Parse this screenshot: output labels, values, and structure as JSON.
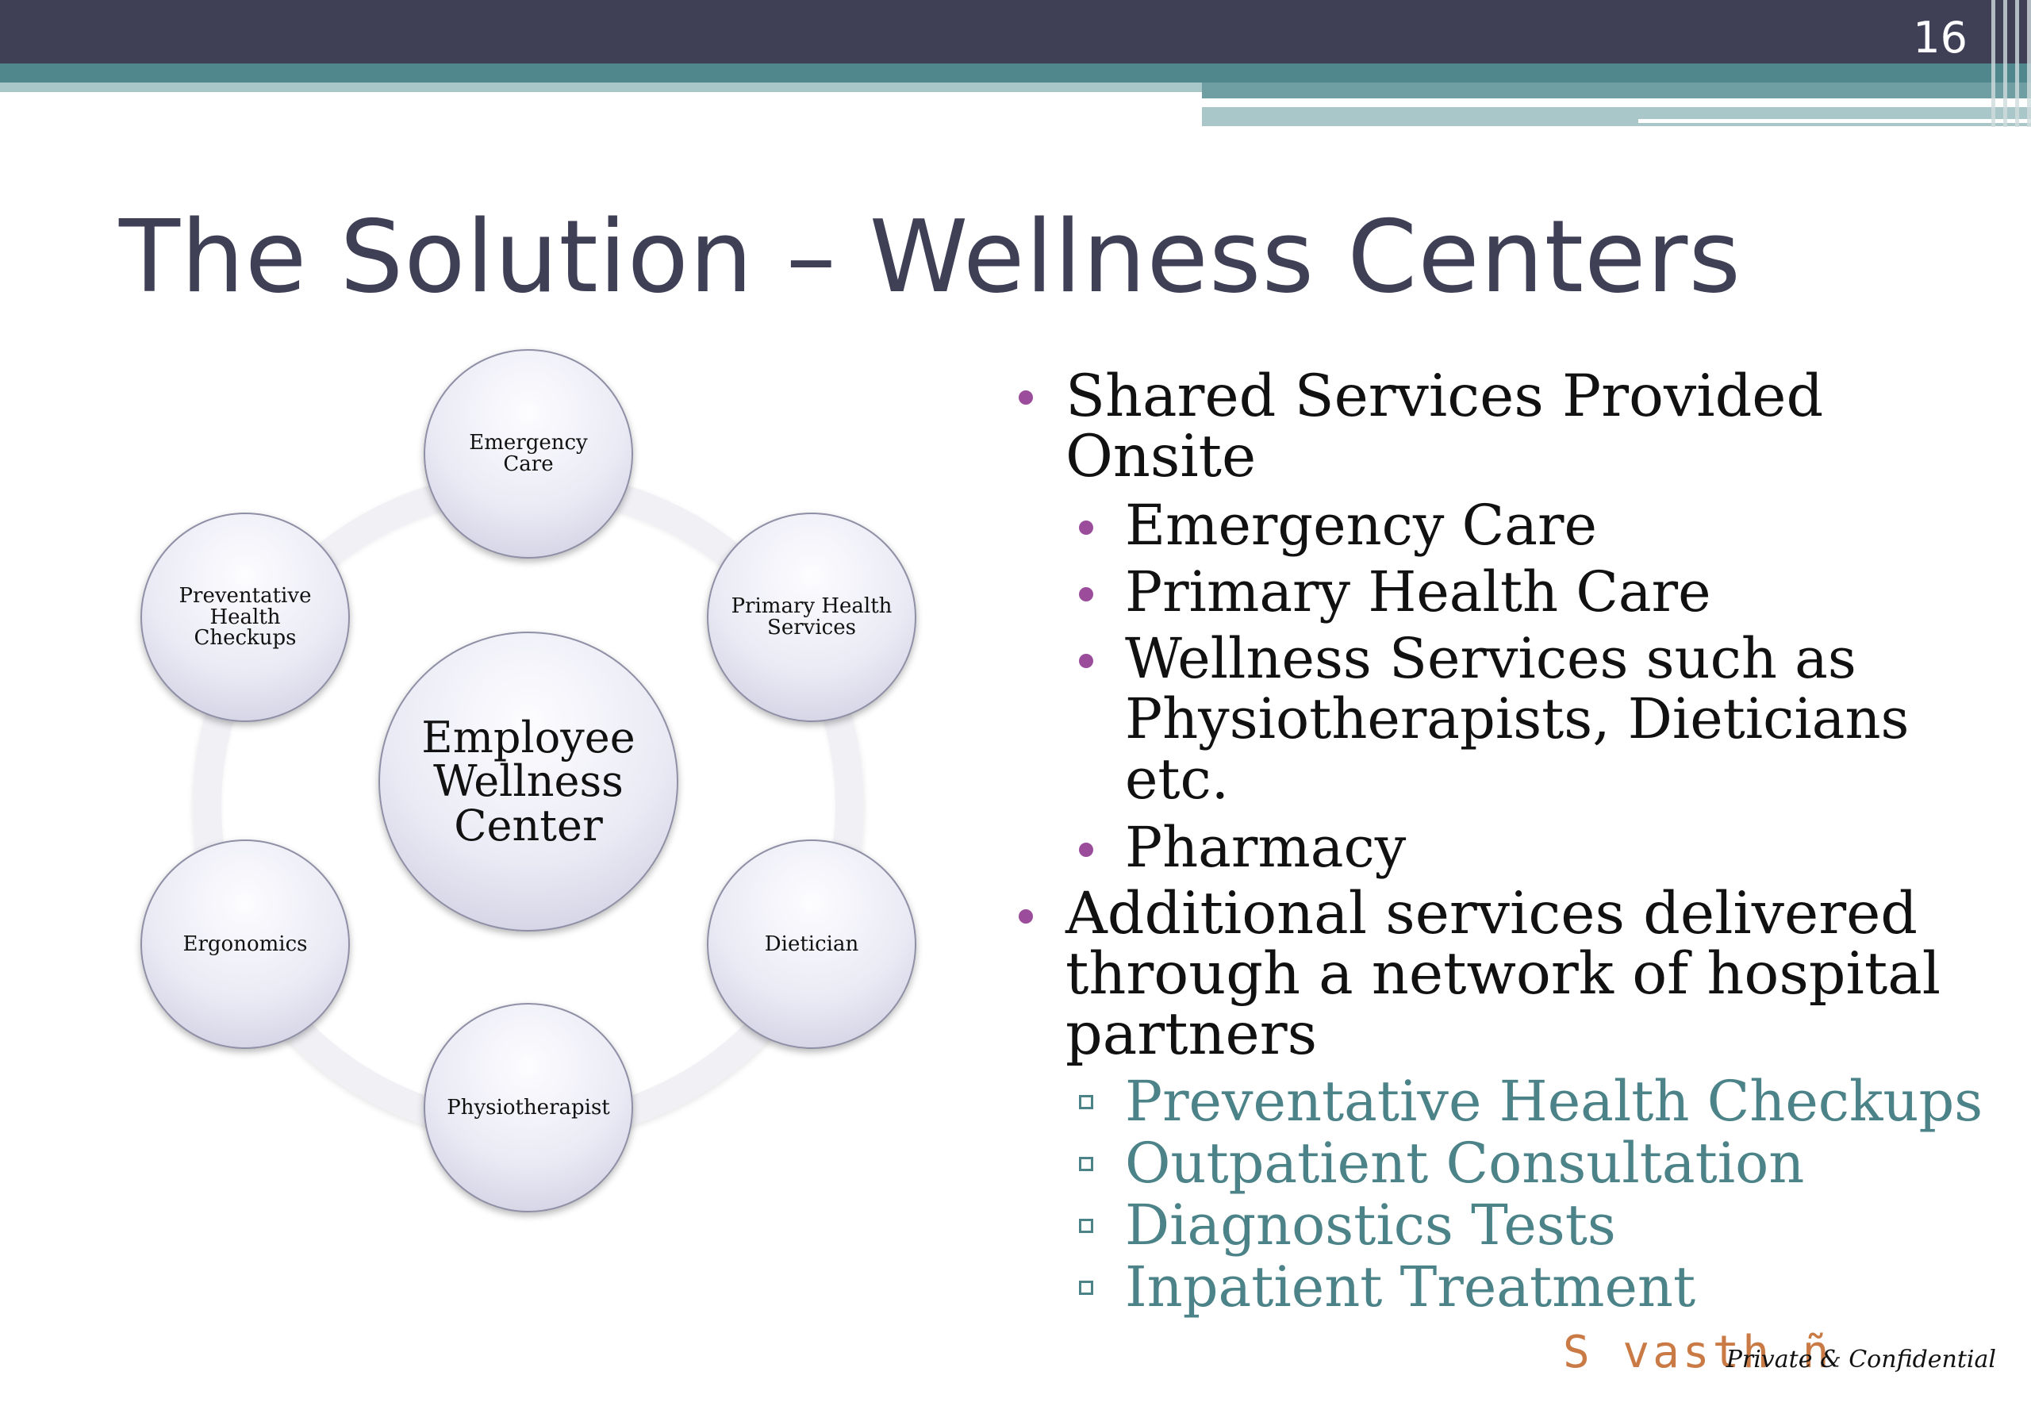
{
  "slide": {
    "number": "16",
    "title": "The Solution – Wellness Centers"
  },
  "diagram": {
    "center": "Employee\nWellness\nCenter",
    "nodes": [
      "Emergency\nCare",
      "Primary Health\nServices",
      "Dietician",
      "Physiotherapist",
      "Ergonomics",
      "Preventative\nHealth\nCheckups"
    ]
  },
  "bullets": {
    "shared": {
      "line1": "Shared Services Provided",
      "line2": "Onsite",
      "items": [
        "Emergency Care",
        "Primary Health Care",
        "Wellness Services such as",
        "Physiotherapists, Dieticians",
        "etc.",
        "Pharmacy"
      ]
    },
    "additional": {
      "line1": "Additional services delivered",
      "line2": "through a network of hospital",
      "line3": "partners",
      "items": [
        "Preventative Health Checkups",
        "Outpatient Consultation",
        "Diagnostics Tests",
        "Inpatient Treatment"
      ]
    }
  },
  "footer": {
    "logo": "S vasth ñ",
    "confidential": "Private & Confidential"
  },
  "colors": {
    "header_dark": "#3f3f56",
    "header_teal": "#4f878c",
    "bullet_accent": "#9b4d9b",
    "sub_bullet_text": "#4b8388",
    "logo": "#c97a45"
  }
}
